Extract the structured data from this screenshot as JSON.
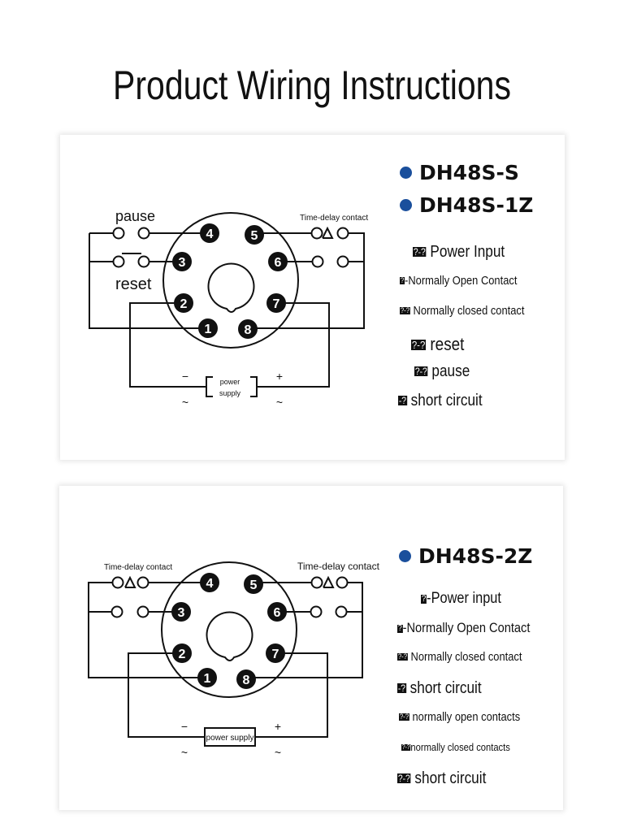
{
  "page": {
    "title": "Product Wiring Instructions"
  },
  "colors": {
    "bullet": "#1a4f9c",
    "text": "#111111",
    "background": "#ffffff"
  },
  "cards": [
    {
      "models": [
        "DH48S-S",
        "DH48S-1Z"
      ],
      "diagram": {
        "pins": [
          "1",
          "2",
          "3",
          "4",
          "5",
          "6",
          "7",
          "8"
        ],
        "labels": {
          "pause": "pause",
          "reset": "reset",
          "time_delay": "Time-delay contact",
          "power_line1": "power",
          "power_line2": "supply",
          "minus": "−",
          "plus": "+",
          "ac_left": "~",
          "ac_right": "~"
        }
      },
      "legend": [
        {
          "prefix": "?-?",
          "text": "Power Input"
        },
        {
          "prefix": "?",
          "text": "-Normally Open Contact"
        },
        {
          "prefix": "?-?",
          "text": "Normally closed contact"
        },
        {
          "prefix": "?-?",
          "text": "reset"
        },
        {
          "prefix": "?-?",
          "text": "pause"
        },
        {
          "prefix": "-?",
          "text": "short circuit"
        }
      ]
    },
    {
      "models": [
        "DH48S-2Z"
      ],
      "diagram": {
        "pins": [
          "1",
          "2",
          "3",
          "4",
          "5",
          "6",
          "7",
          "8"
        ],
        "labels": {
          "time_delay_left": "Time-delay contact",
          "time_delay_right": "Time-delay contact",
          "power": "power supply",
          "minus": "−",
          "plus": "+",
          "ac_left": "~",
          "ac_right": "~"
        }
      },
      "legend": [
        {
          "prefix": "?",
          "text": "-Power input"
        },
        {
          "prefix": "?",
          "text": "-Normally Open Contact"
        },
        {
          "prefix": "?-?",
          "text": "Normally closed contact"
        },
        {
          "prefix": "-?",
          "text": "short circuit"
        },
        {
          "prefix": "?-?",
          "text": "normally open contacts"
        },
        {
          "prefix": "?-?",
          "text": "normally closed contacts"
        },
        {
          "prefix": "?-?",
          "text": "short circuit"
        }
      ]
    }
  ]
}
